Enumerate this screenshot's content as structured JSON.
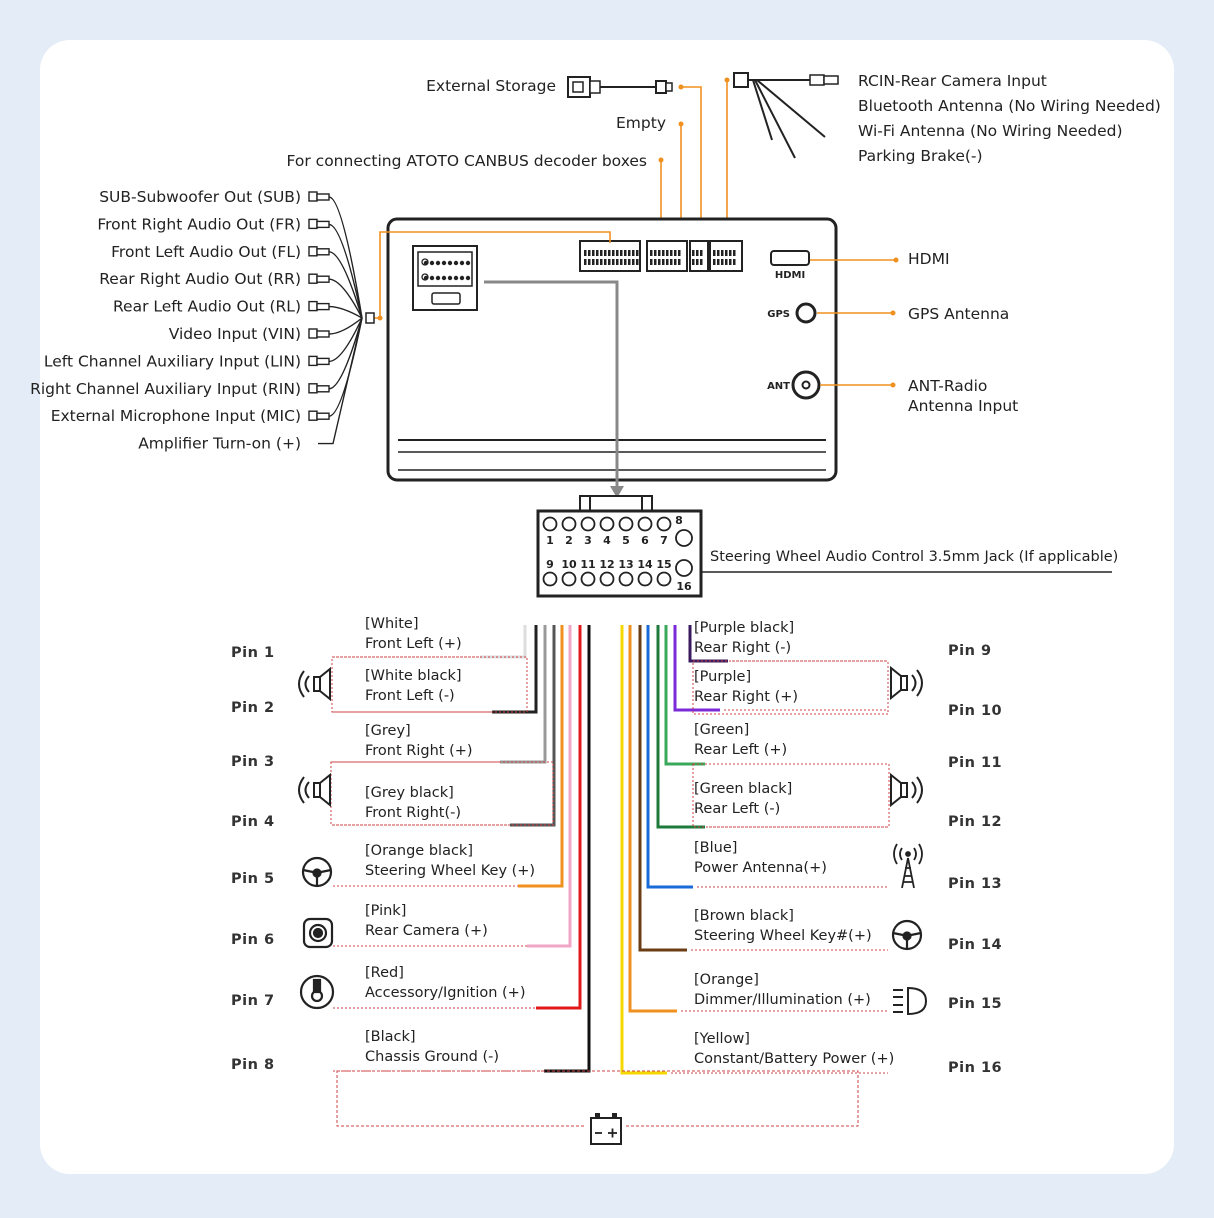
{
  "colors": {
    "accent": "#f0901e",
    "background": "#e4edf7",
    "panel": "#ffffff",
    "outline": "#222222",
    "dashed": "#cc4444"
  },
  "top": {
    "external_storage": "External Storage",
    "empty": "Empty",
    "canbus": "For connecting ATOTO CANBUS decoder boxes",
    "rcin": "RCIN-Rear Camera Input",
    "bluetooth": "Bluetooth Antenna (No Wiring Needed)",
    "wifi": "Wi-Fi Antenna (No Wiring Needed)",
    "parking": "Parking Brake(-)"
  },
  "rca_left": [
    "SUB-Subwoofer Out (SUB)",
    "Front Right Audio Out (FR)",
    "Front Left Audio Out (FL)",
    "Rear Right Audio Out (RR)",
    "Rear Left Audio Out (RL)",
    "Video Input (VIN)",
    "Left Channel Auxiliary Input (LIN)",
    "Right Channel Auxiliary Input (RIN)",
    "External Microphone Input (MIC)",
    "Amplifier Turn-on (+)"
  ],
  "unit": {
    "hdmi_port": "HDMI",
    "gps_port": "GPS",
    "ant_port": "ANT",
    "hdmi_label": "HDMI",
    "gps_label": "GPS Antenna",
    "ant_label_1": "ANT-Radio",
    "ant_label_2": "Antenna Input"
  },
  "connector": {
    "top_numbers": [
      "1",
      "2",
      "3",
      "4",
      "5",
      "6",
      "7"
    ],
    "pin8": "8",
    "bottom_numbers": [
      "9",
      "10",
      "11",
      "12",
      "13",
      "14",
      "15"
    ],
    "pin16": "16",
    "steering_jack": "Steering Wheel Audio Control 3.5mm Jack (If applicable)"
  },
  "pins_left": [
    {
      "pin": "Pin 1",
      "color_name": "[White]",
      "function": "Front Left (+)",
      "wire_color": "#dddddd",
      "icon": "speaker-icon"
    },
    {
      "pin": "Pin 2",
      "color_name": "[White black]",
      "function": "Front Left (-)",
      "wire_color": "#222222",
      "icon": "speaker-icon"
    },
    {
      "pin": "Pin 3",
      "color_name": "[Grey]",
      "function": "Front Right (+)",
      "wire_color": "#999999",
      "icon": "speaker-icon"
    },
    {
      "pin": "Pin 4",
      "color_name": "[Grey black]",
      "function": "Front Right(-)",
      "wire_color": "#555555",
      "icon": "speaker-icon"
    },
    {
      "pin": "Pin 5",
      "color_name": "[Orange black]",
      "function": "Steering Wheel Key (+)",
      "wire_color": "#f0901e",
      "icon": "steering-wheel-icon"
    },
    {
      "pin": "Pin 6",
      "color_name": "[Pink]",
      "function": "Rear Camera (+)",
      "wire_color": "#f2a6c6",
      "icon": "camera-icon"
    },
    {
      "pin": "Pin 7",
      "color_name": "[Red]",
      "function": "Accessory/Ignition (+)",
      "wire_color": "#e01a1a",
      "icon": "ignition-key-icon"
    },
    {
      "pin": "Pin 8",
      "color_name": "[Black]",
      "function": "Chassis Ground (-)",
      "wire_color": "#111111",
      "icon": ""
    }
  ],
  "pins_right": [
    {
      "pin": "Pin 9",
      "color_name": "[Purple black]",
      "function": "Rear Right (-)",
      "wire_color": "#3a1a5e",
      "icon": "speaker-icon"
    },
    {
      "pin": "Pin 10",
      "color_name": "[Purple]",
      "function": "Rear Right (+)",
      "wire_color": "#7a2ad8",
      "icon": "speaker-icon"
    },
    {
      "pin": "Pin 11",
      "color_name": "[Green]",
      "function": "Rear Left (+)",
      "wire_color": "#3aa85a",
      "icon": "speaker-icon"
    },
    {
      "pin": "Pin 12",
      "color_name": "[Green black]",
      "function": "Rear Left (-)",
      "wire_color": "#1c7a3a",
      "icon": "speaker-icon"
    },
    {
      "pin": "Pin 13",
      "color_name": "[Blue]",
      "function": "Power Antenna(+)",
      "wire_color": "#1a6ad8",
      "icon": "antenna-icon"
    },
    {
      "pin": "Pin 14",
      "color_name": "[Brown black]",
      "function": "Steering Wheel Key#(+)",
      "wire_color": "#6b3d14",
      "icon": "steering-wheel-icon"
    },
    {
      "pin": "Pin 15",
      "color_name": "[Orange]",
      "function": "Dimmer/Illumination (+)",
      "wire_color": "#f0901e",
      "icon": "headlight-icon"
    },
    {
      "pin": "Pin 16",
      "color_name": "[Yellow]",
      "function": "Constant/Battery Power (+)",
      "wire_color": "#f5d800",
      "icon": ""
    }
  ]
}
